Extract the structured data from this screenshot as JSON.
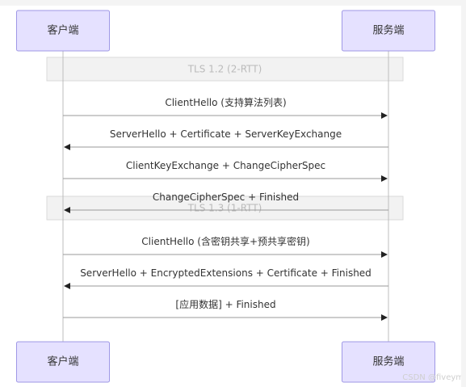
{
  "participants": {
    "client": "客户端",
    "server": "服务端"
  },
  "phases": [
    {
      "label": "TLS 1.2 (2-RTT)",
      "messages": [
        {
          "text": "ClientHello (支持算法列表)",
          "from": "client",
          "to": "server"
        },
        {
          "text": "ServerHello + Certificate + ServerKeyExchange",
          "from": "server",
          "to": "client"
        },
        {
          "text": "ClientKeyExchange + ChangeCipherSpec",
          "from": "client",
          "to": "server"
        },
        {
          "text": "ChangeCipherSpec + Finished",
          "from": "server",
          "to": "client"
        }
      ]
    },
    {
      "label": "TLS 1.3 (1-RTT)",
      "messages": [
        {
          "text": "ClientHello (含密钥共享+预共享密钥)",
          "from": "client",
          "to": "server"
        },
        {
          "text": "ServerHello + EncryptedExtensions + Certificate + Finished",
          "from": "server",
          "to": "client"
        },
        {
          "text": "[应用数据] + Finished",
          "from": "client",
          "to": "server"
        }
      ]
    }
  ],
  "watermark": "CSDN @fiveym"
}
